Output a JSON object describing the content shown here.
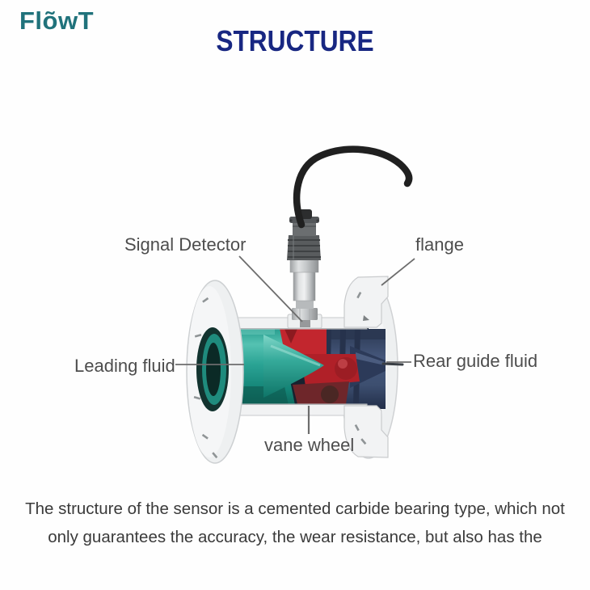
{
  "header": {
    "logo_text": "FlõwT",
    "title": "STRUCTURE"
  },
  "diagram": {
    "labels": [
      {
        "id": "signal-detector",
        "text": "Signal Detector"
      },
      {
        "id": "flange",
        "text": "flange"
      },
      {
        "id": "leading-fluid",
        "text": "Leading fluid"
      },
      {
        "id": "rear-guide-fluid",
        "text": "Rear guide fluid"
      },
      {
        "id": "vane-wheel",
        "text": "vane wheel"
      }
    ],
    "colors": {
      "logo_teal": "#20727b",
      "title_navy": "#182782",
      "label_gray": "#4d4d4d",
      "leader_line": "#6d6d6d",
      "body_white": "#f1f2f3",
      "leading_guide_teal": "#2aa394",
      "vane_wheel_red": "#c2262e",
      "rear_guide_navy": "#3d4f70",
      "cable_black": "#202020"
    }
  },
  "caption": {
    "line1": "The structure of the sensor is a cemented carbide bearing type, which not",
    "line2": "only guarantees the accuracy, the wear resistance, but also has the"
  }
}
